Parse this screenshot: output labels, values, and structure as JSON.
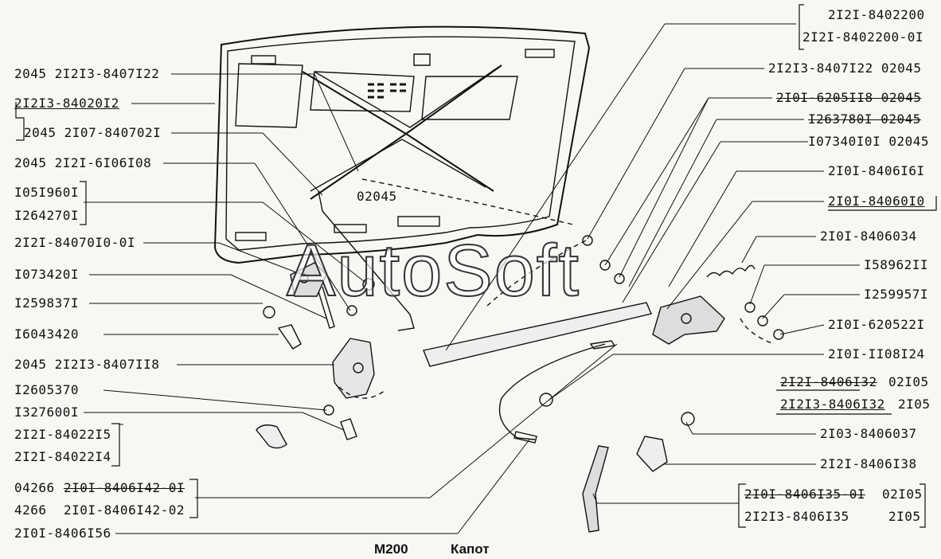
{
  "caption": {
    "code": "M200",
    "title": "Капот"
  },
  "watermark": "AutoSoft",
  "labels": {
    "l01": "2045 2I2I3-8407I22",
    "l02": "2I2I3-84020I2",
    "l03": "2045 2I07-840702I",
    "l04": "2045 2I2I-6I06I08",
    "l05": "I05I960I",
    "l06": "I264270I",
    "l07": "2I2I-84070I0-0I",
    "l08": "I073420I",
    "l09": "I259837I",
    "l10": "I6043420",
    "l11": "2045 2I2I3-8407II8",
    "l12": "I2605370",
    "l13": "I327600I",
    "l14": "2I2I-84022I5",
    "l15": "2I2I-84022I4",
    "l16a": "04266",
    "l16b": "2I0I-8406I42-0I",
    "l17a": "4266",
    "l17b": "2I0I-8406I42-02",
    "l18": "2I0I-8406I56",
    "r01": "2I2I-8402200",
    "r02": "2I2I-8402200-0I",
    "r03": "2I2I3-8407I22 02045",
    "r04": "2I0I-6205II8 02045",
    "r05": "I263780I 02045",
    "r06": "I07340I0I 02045",
    "r07": "2I0I-8406I6I",
    "r08": "2I0I-84060I0",
    "r09": "2I0I-8406034",
    "r10": "I58962II",
    "r11": "I259957I",
    "r12": "2I0I-620522I",
    "r13": "2I0I-II08I24",
    "r14a": "2I2I-8406I32",
    "r14b": "02I05",
    "r15a": "2I2I3-8406I32",
    "r15b": "2I05",
    "r16": "2I03-8406037",
    "r17": "2I2I-8406I38",
    "r18a": "2I0I-8406I35-0I",
    "r18b": "02I05",
    "r19a": "2I2I3-8406I35",
    "r19b": "2I05",
    "tag": "02045"
  }
}
